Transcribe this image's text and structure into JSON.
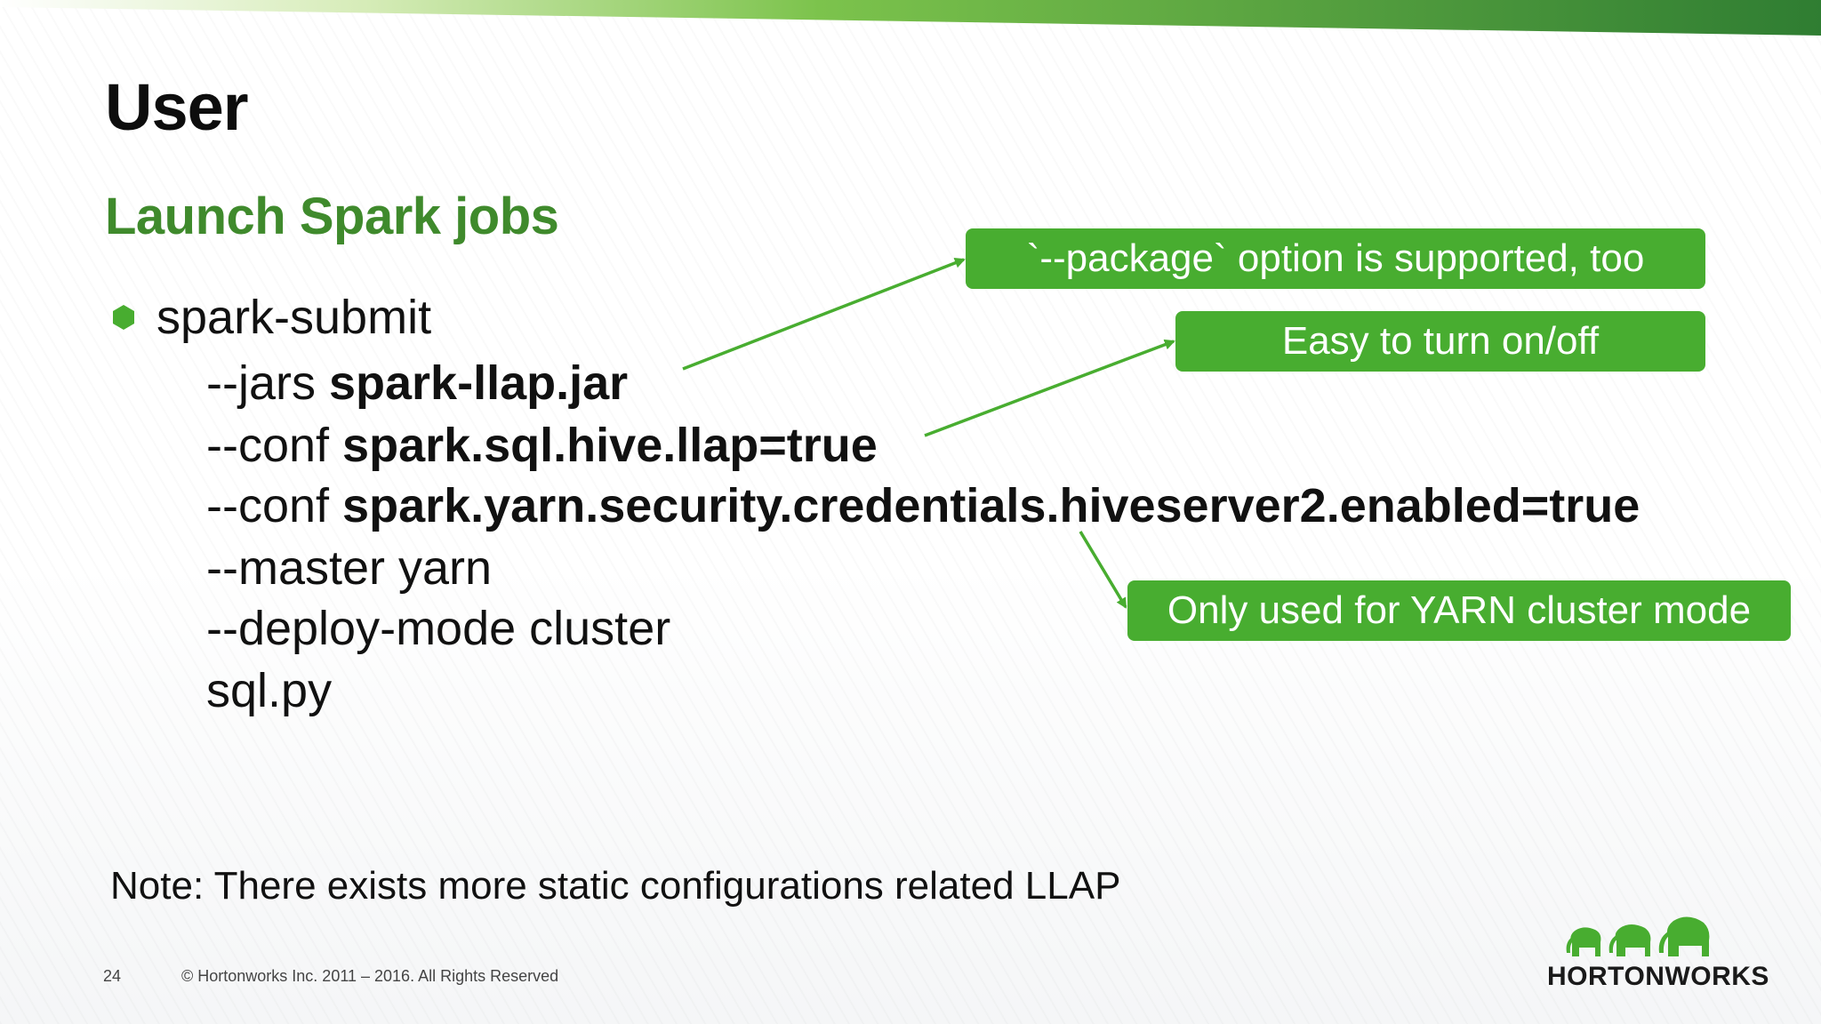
{
  "slide": {
    "title": "User",
    "subtitle": "Launch Spark jobs",
    "command": {
      "bullet": "spark-submit",
      "lines": [
        {
          "prefix": "--jars ",
          "value": "spark-llap.jar"
        },
        {
          "prefix": "--conf ",
          "value": "spark.sql.hive.llap=true"
        },
        {
          "prefix": "--conf ",
          "value": "spark.yarn.security.credentials.hiveserver2.enabled=true"
        },
        {
          "prefix": "--master yarn",
          "value": ""
        },
        {
          "prefix": "--deploy-mode cluster",
          "value": ""
        },
        {
          "prefix": "sql.py",
          "value": ""
        }
      ]
    },
    "callouts": [
      "`--package` option is supported, too",
      "Easy to turn on/off",
      "Only used for YARN cluster mode"
    ],
    "note": "Note: There exists more static configurations related LLAP",
    "footer": {
      "page_number": "24",
      "copyright": "© Hortonworks Inc. 2011 – 2016. All Rights Reserved"
    },
    "logo": {
      "text": "HORTONWORKS",
      "icon": "elephants-logo-icon"
    }
  },
  "colors": {
    "accent_green": "#48ad30",
    "subtitle_green": "#3f8a2c",
    "top_bar_light": "#c8e6a0",
    "top_bar_dark": "#2f7d32"
  }
}
